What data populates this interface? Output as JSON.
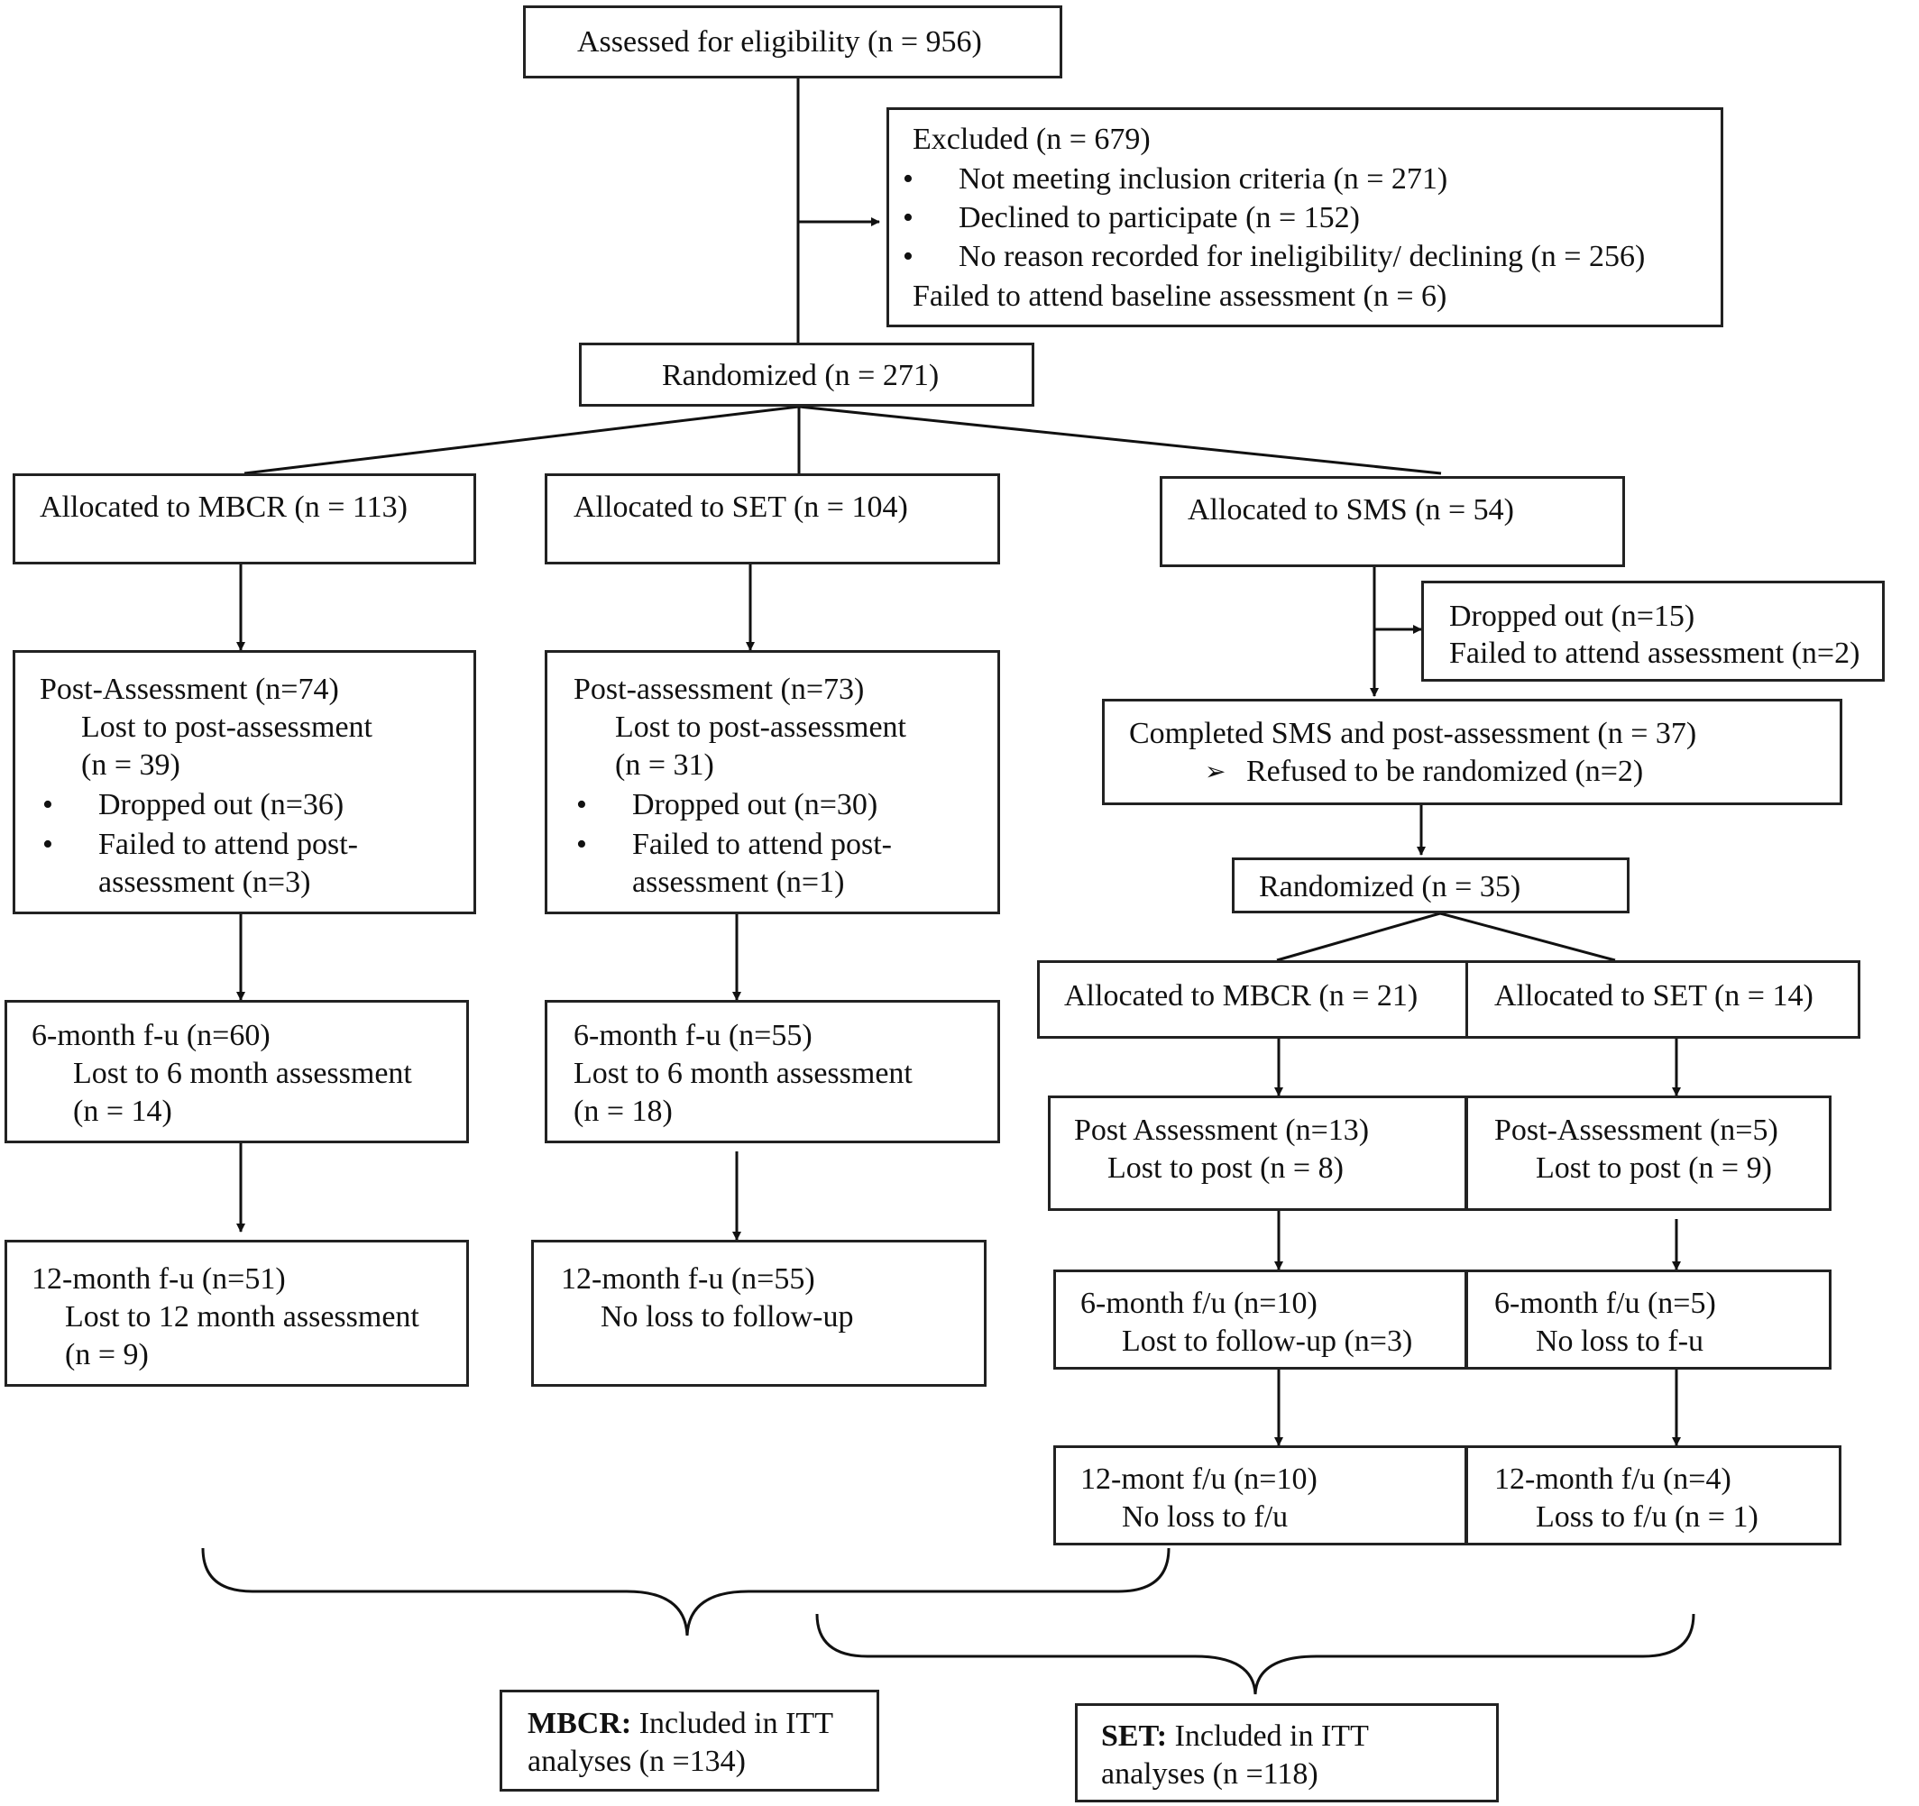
{
  "assessed": "Assessed for eligibility (n = 956)",
  "excluded": {
    "title": "Excluded (n = 679)",
    "items": [
      "Not meeting inclusion criteria (n = 271)",
      "Declined to participate (n = 152)",
      "No reason recorded for ineligibility/ declining (n = 256)"
    ],
    "footer": "Failed to attend baseline assessment (n = 6)"
  },
  "randomized": "Randomized (n = 271)",
  "mbcr": {
    "allocated": "Allocated to MBCR (n = 113)",
    "post": {
      "title": "Post-Assessment (n=74)",
      "lost1": "Lost to post-assessment",
      "lost2": "(n = 39)",
      "b1": "Dropped out (n=36)",
      "b2a": "Failed to attend post-",
      "b2b": "assessment (n=3)"
    },
    "fu6": {
      "title": "6-month f-u (n=60)",
      "lost1": "Lost to 6 month assessment",
      "lost2": "(n = 14)"
    },
    "fu12": {
      "title": "12-month f-u (n=51)",
      "lost1": "Lost to 12 month assessment",
      "lost2": "(n = 9)"
    }
  },
  "set": {
    "allocated": "Allocated to SET (n = 104)",
    "post": {
      "title": "Post-assessment (n=73)",
      "lost1": "Lost to post-assessment",
      "lost2": "(n = 31)",
      "b1": "Dropped out (n=30)",
      "b2a": "Failed to attend post-",
      "b2b": "assessment (n=1)"
    },
    "fu6": {
      "title": "6-month f-u (n=55)",
      "lost1": "Lost to 6 month assessment",
      "lost2": "(n = 18)"
    },
    "fu12": {
      "title": "12-month f-u (n=55)",
      "lost1": "No loss to follow-up"
    }
  },
  "sms": {
    "allocated": "Allocated to SMS (n = 54)",
    "dropped1": "Dropped out (n=15)",
    "dropped2": "Failed to attend assessment (n=2)",
    "completed1": "Completed SMS and post-assessment (n = 37)",
    "completed2": "Refused to be randomized (n=2)",
    "randomized": "Randomized (n = 35)",
    "mbcr": {
      "allocated": "Allocated to MBCR (n = 21)",
      "post1": "Post Assessment (n=13)",
      "post2": "Lost to post (n = 8)",
      "fu6a": "6-month f/u (n=10)",
      "fu6b": "Lost to follow-up (n=3)",
      "fu12a": "12-mont f/u (n=10)",
      "fu12b": "No loss to f/u"
    },
    "set": {
      "allocated": "Allocated to SET (n = 14)",
      "post1": "Post-Assessment (n=5)",
      "post2": "Lost to post (n = 9)",
      "fu6a": "6-month f/u (n=5)",
      "fu6b": "No loss to f-u",
      "fu12a": "12-month f/u (n=4)",
      "fu12b": "Loss to f/u (n = 1)"
    }
  },
  "itt": {
    "mbcr_label": "MBCR:",
    "mbcr_text1": " Included in ITT",
    "mbcr_text2": "analyses (n =134)",
    "set_label": "SET:",
    "set_text1": " Included in ITT",
    "set_text2": "analyses (n =118)"
  }
}
